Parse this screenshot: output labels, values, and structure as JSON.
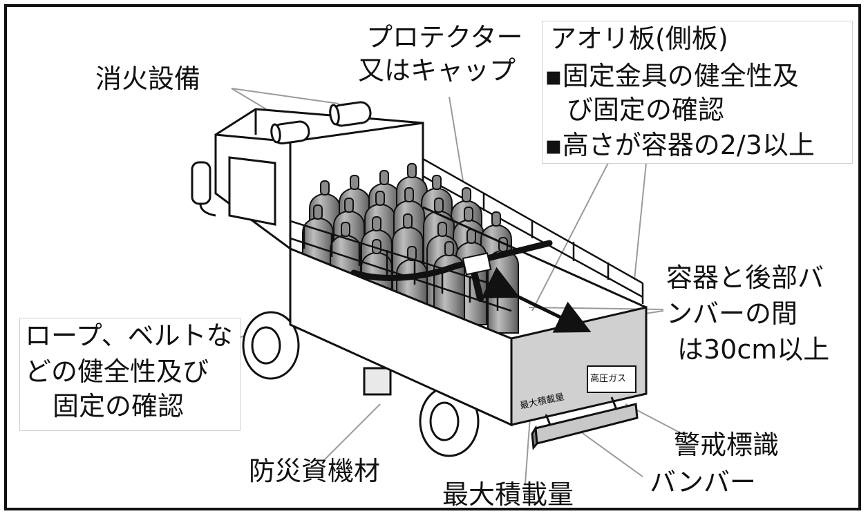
{
  "labels": {
    "fire_equipment": "消火設備",
    "protector_line1": "プロテクター",
    "protector_line2": "又はキャップ",
    "side_panel_title": "アオリ板(側板)",
    "side_panel_item1_line1": "▪固定金具の健全性及",
    "side_panel_item1_line2": "び固定の確認",
    "side_panel_item2": "▪高さが容器の2/3以上",
    "rope_line1": "ロープ、ベルトな",
    "rope_line2": "どの健全性及び",
    "rope_line3": "固定の確認",
    "distance_line1": "容器と後部バ",
    "distance_line2": "ンバーの間",
    "distance_line3": "は30cm以上",
    "disaster_materials": "防災資機材",
    "max_load": "最大積載量",
    "warning_sign": "警戒標識",
    "bumper": "バンバー",
    "truck_warning_text": "高圧ガス",
    "truck_max_load_text": "最大積載量"
  },
  "colors": {
    "line": "#111111",
    "cylinder": "#9a9a9a",
    "panel": "#cfcfcf",
    "belt": "#111111"
  }
}
